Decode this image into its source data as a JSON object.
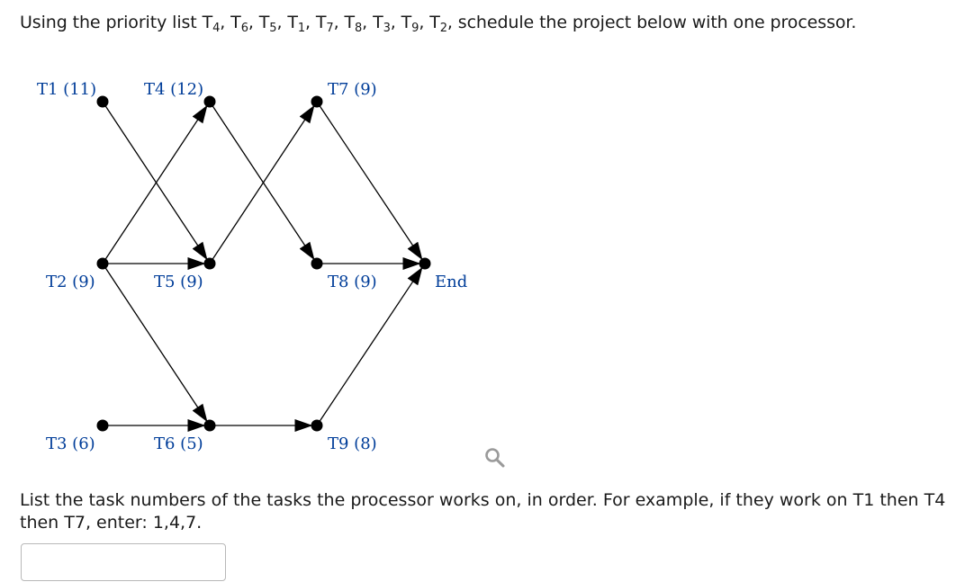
{
  "question": {
    "intro": "Using the priority list ",
    "priority_list": [
      {
        "prefix": "T",
        "sub": "4"
      },
      {
        "prefix": "T",
        "sub": "6"
      },
      {
        "prefix": "T",
        "sub": "5"
      },
      {
        "prefix": "T",
        "sub": "1"
      },
      {
        "prefix": "T",
        "sub": "7"
      },
      {
        "prefix": "T",
        "sub": "8"
      },
      {
        "prefix": "T",
        "sub": "3"
      },
      {
        "prefix": "T",
        "sub": "9"
      },
      {
        "prefix": "T",
        "sub": "2"
      }
    ],
    "outro": ", schedule the project below with one processor."
  },
  "digraph": {
    "nodes": [
      {
        "id": "T1",
        "label": "T1 (11)"
      },
      {
        "id": "T4",
        "label": "T4 (12)"
      },
      {
        "id": "T7",
        "label": "T7 (9)"
      },
      {
        "id": "T2",
        "label": "T2 (9)"
      },
      {
        "id": "T5",
        "label": "T5 (9)"
      },
      {
        "id": "T8",
        "label": "T8 (9)"
      },
      {
        "id": "End",
        "label": "End"
      },
      {
        "id": "T3",
        "label": "T3 (6)"
      },
      {
        "id": "T6",
        "label": "T6 (5)"
      },
      {
        "id": "T9",
        "label": "T9 (8)"
      }
    ],
    "edges": [
      [
        "T1",
        "T5"
      ],
      [
        "T2",
        "T4"
      ],
      [
        "T2",
        "T5"
      ],
      [
        "T2",
        "T6"
      ],
      [
        "T4",
        "T8"
      ],
      [
        "T5",
        "T7"
      ],
      [
        "T7",
        "End"
      ],
      [
        "T8",
        "End"
      ],
      [
        "T3",
        "T6"
      ],
      [
        "T6",
        "T9"
      ],
      [
        "T9",
        "End"
      ]
    ]
  },
  "zoom_icon": "magnifier-icon",
  "instruction": "List the task numbers of the tasks the processor works on, in order. For example, if they work on T1 then T4 then T7, enter: 1,4,7.",
  "answer": {
    "value": "",
    "placeholder": ""
  }
}
